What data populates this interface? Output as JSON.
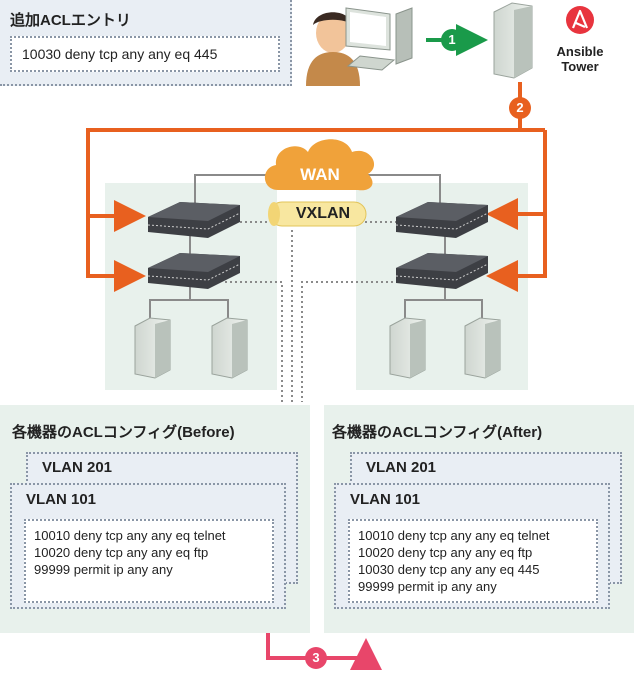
{
  "add_acl": {
    "title": "追加ACLエントリ",
    "entry": "10030 deny tcp any any eq 445"
  },
  "ansible": {
    "label_line1": "Ansible",
    "label_line2": "Tower"
  },
  "cloud": {
    "wan": "WAN",
    "vxlan": "VXLAN"
  },
  "steps": {
    "one": "1",
    "two": "2",
    "three": "3"
  },
  "before": {
    "title": "各機器のACLコンフィグ(Before)",
    "vlan_back": "VLAN 201",
    "vlan_front": "VLAN 101",
    "lines": [
      "10010 deny tcp any any eq telnet",
      "10020 deny tcp any any eq ftp",
      "99999 permit ip any any"
    ]
  },
  "after": {
    "title": "各機器のACLコンフィグ(After)",
    "vlan_back": "VLAN 201",
    "vlan_front": "VLAN 101",
    "lines": [
      "10010 deny tcp any any eq telnet",
      "10020 deny tcp any any eq ftp",
      "10030 deny tcp any any eq 445",
      "99999 permit ip any any"
    ]
  },
  "colors": {
    "panel_bg": "#e8f1ec",
    "acl_bg": "#e9eef4",
    "orange": "#e8601f",
    "green": "#1a9a4a",
    "red": "#e8343e",
    "pink": "#e8466a"
  }
}
